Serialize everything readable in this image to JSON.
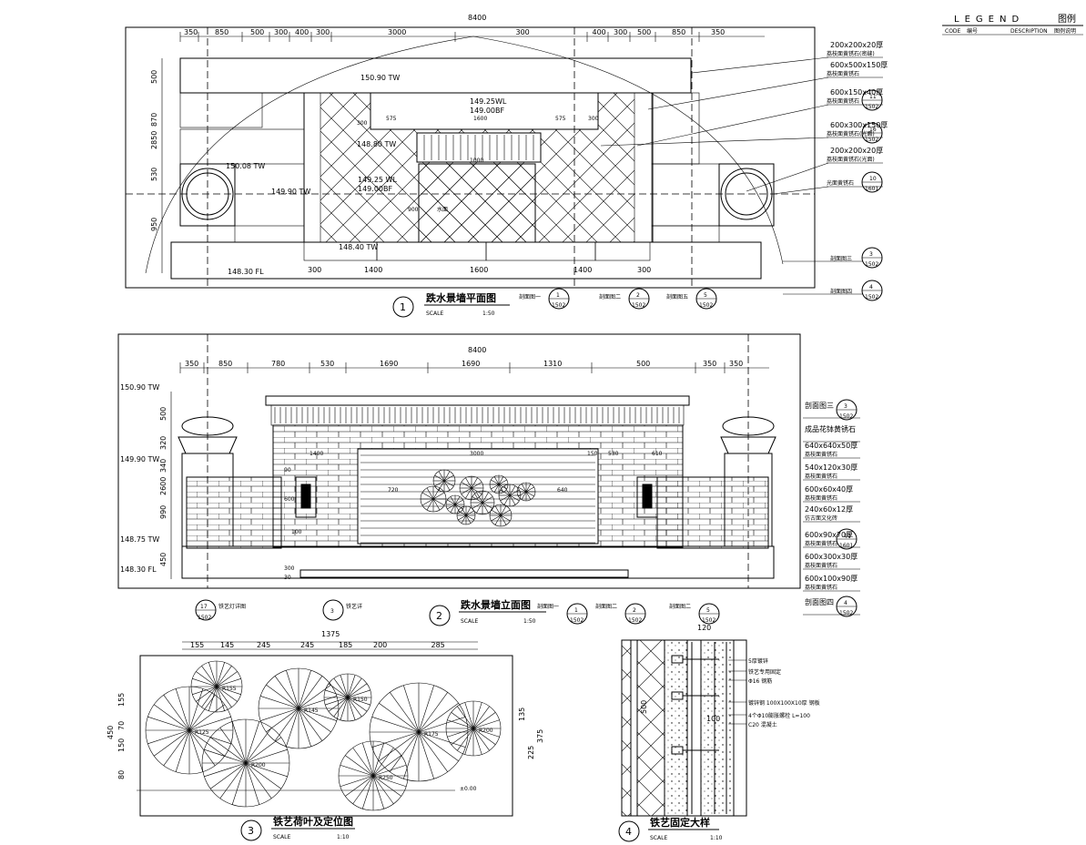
{
  "legend": {
    "title": "LEGEND",
    "title_cn": "图例",
    "col_code": "CODE",
    "col_code_cn": "编号",
    "col_desc": "DESCRIPTION",
    "col_desc_cn": "图例说明"
  },
  "plan": {
    "overall_dim": "8400",
    "top_dims": [
      "350",
      "850",
      "500",
      "300",
      "400",
      "300",
      "3000",
      "300",
      "400",
      "300",
      "500",
      "850",
      "350"
    ],
    "left_dims": [
      "500",
      "870",
      "2850",
      "530",
      "950"
    ],
    "elevs": {
      "top": "150.90 TW",
      "mid": "148.80 TW",
      "left1": "150.08 TW",
      "left2": "149.90 TW",
      "low": "148.40 TW",
      "fl": "148.30 FL",
      "center1": "149.25 WL",
      "center2": "149.00BF",
      "pool_top1": "149.25WL",
      "pool_top2": "149.00BF"
    },
    "inner_dims": [
      "300",
      "575",
      "1600",
      "575",
      "300",
      "1000",
      "900"
    ],
    "pool_label": "水面",
    "bottom_dims": [
      "300",
      "1400",
      "1600",
      "1400",
      "300"
    ],
    "callouts": [
      {
        "text": "200x200x20厚",
        "sub": "荔枝面黄锈石(密缝)"
      },
      {
        "text": "600x500x150厚",
        "sub": "荔枝面黄锈石"
      },
      {
        "text": "600x150x40厚",
        "sub": "荔枝面黄锈石",
        "ref": "11",
        "sheet": "1502"
      },
      {
        "text": "600x300x150厚",
        "sub": "荔枝面黄锈石(光面)",
        "ref": "16",
        "sheet": "1502"
      },
      {
        "text": "200x200x20厚",
        "sub": "荔枝面黄锈石(光面)"
      },
      {
        "text": "",
        "sub": "光面黄锈石",
        "ref": "10",
        "sheet": "1601"
      }
    ],
    "section_refs": [
      {
        "text": "剖面图三",
        "num": "3",
        "sheet": "1502"
      },
      {
        "text": "剖面图四",
        "num": "4",
        "sheet": "1502"
      }
    ],
    "bottom_refs": [
      {
        "text": "剖面图一",
        "num": "1",
        "sheet": "1502"
      },
      {
        "text": "剖面图二",
        "num": "2",
        "sheet": "1502"
      },
      {
        "text": "剖面图五",
        "num": "5",
        "sheet": "1502"
      }
    ],
    "title_num": "1",
    "title": "跌水景墙平面图",
    "scale_label": "SCALE",
    "scale": "1:50"
  },
  "elevation": {
    "overall_dim": "8400",
    "top_dims": [
      "350",
      "850",
      "780",
      "530",
      "1690",
      "1690",
      "1310",
      "500",
      "350",
      "350"
    ],
    "elevs": {
      "tw1": "150.90 TW",
      "tw2": "149.90 TW",
      "tw3": "148.75 TW",
      "fl": "148.30 FL"
    },
    "left_dims": [
      "500",
      "320",
      "340",
      "2600",
      "990",
      "450"
    ],
    "inner_dims": [
      "1400",
      "3000",
      "150",
      "530",
      "610",
      "720",
      "640",
      "600",
      "90",
      "100",
      "300",
      "30"
    ],
    "callouts": [
      {
        "text": "剖面图三",
        "num": "3",
        "sheet": "1502"
      },
      {
        "text": "成品花钵黄锈石",
        "sub": ""
      },
      {
        "text": "640x640x50厚",
        "sub": "荔枝面黄锈石"
      },
      {
        "text": "540x120x30厚",
        "sub": "荔枝面黄锈石"
      },
      {
        "text": "600x60x40厚",
        "sub": "荔枝面黄锈石"
      },
      {
        "text": "240x60x12厚",
        "sub": "仿古面文化砖"
      },
      {
        "text": "600x90x70厚",
        "sub": "荔枝面黄锈石",
        "ref": "18",
        "sheet": "1601"
      },
      {
        "text": "600x300x30厚",
        "sub": "荔枝面黄锈石"
      },
      {
        "text": "600x100x90厚",
        "sub": "荔枝面黄锈石"
      },
      {
        "text": "剖面图四",
        "num": "4",
        "sheet": "1502"
      }
    ],
    "lamp_ref": {
      "num": "17",
      "sheet": "1502",
      "text": "铁艺灯详图"
    },
    "iron_ref": {
      "num": "3",
      "text": "铁艺详"
    },
    "bottom_refs": [
      {
        "text": "剖面图一",
        "num": "1",
        "sheet": "1502"
      },
      {
        "text": "剖面图二",
        "num": "2",
        "sheet": "1502"
      },
      {
        "text": "剖面图二",
        "num": "5",
        "sheet": "1502"
      }
    ],
    "title_num": "2",
    "title": "跌水景墙立面图",
    "scale_label": "SCALE",
    "scale": "1:50"
  },
  "detail3": {
    "overall_dim": "1375",
    "top_dims": [
      "155",
      "145",
      "245",
      "245",
      "185",
      "200",
      "285"
    ],
    "left_dims": [
      "450",
      "155",
      "70",
      "150",
      "80"
    ],
    "right_dims": [
      "135",
      "225",
      "375"
    ],
    "datum": "±0.00",
    "circle_labels": [
      "R155",
      "R125",
      "R200",
      "R145",
      "R150",
      "R175",
      "R200",
      "R250",
      "R125",
      "R155"
    ],
    "title_num": "3",
    "title": "铁艺荷叶及定位图",
    "scale_label": "SCALE",
    "scale": "1:10"
  },
  "detail4": {
    "top_dim": "120",
    "left_dim": "500",
    "inner_dim": "100",
    "notes": [
      "5厚镀锌",
      "铁艺专用固定",
      "Φ16 钢筋",
      "镀锌钢 100X100X10厚 钢板",
      "4个Φ10膨胀螺栓 L=100",
      "C20 混凝土"
    ],
    "title_num": "4",
    "title": "铁艺固定大样",
    "scale_label": "SCALE",
    "scale": "1:10"
  }
}
